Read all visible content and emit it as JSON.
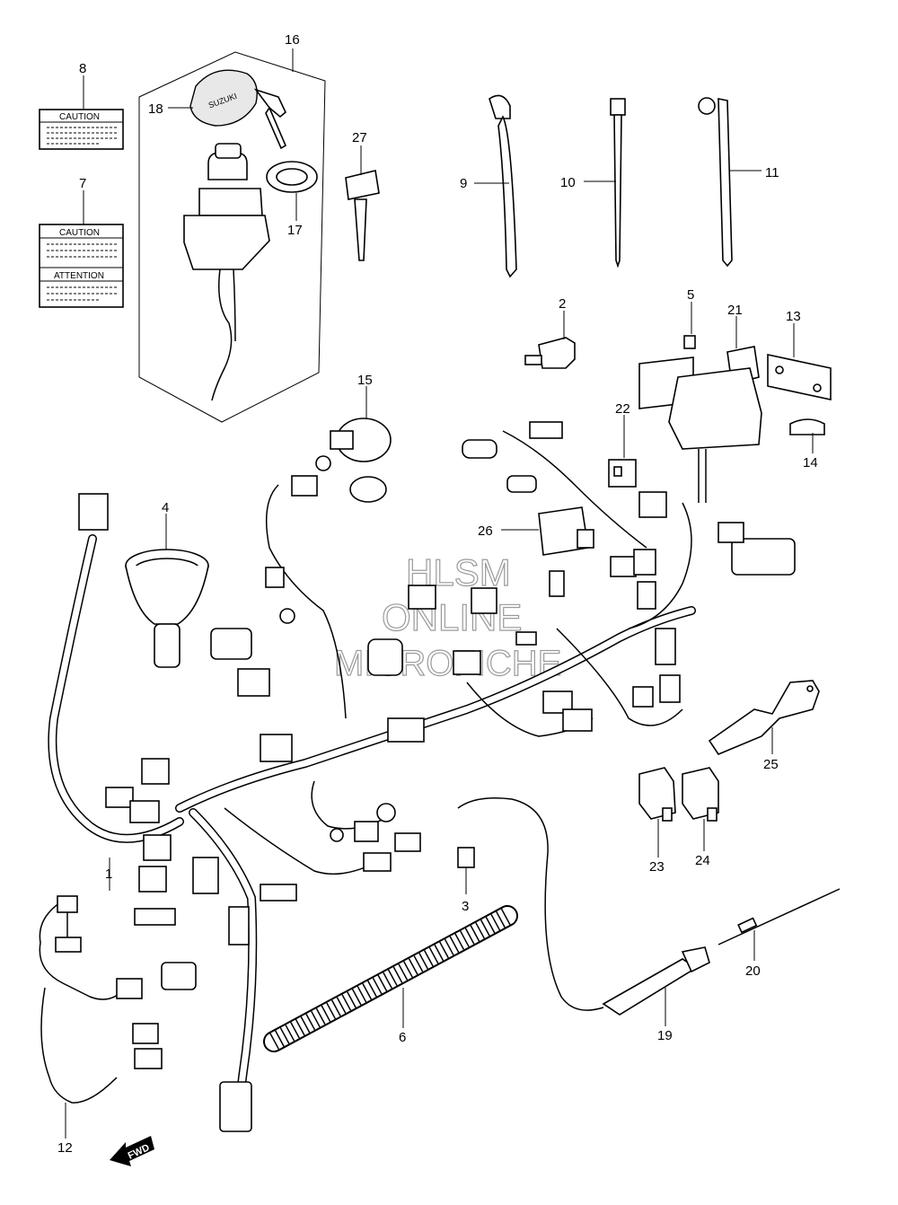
{
  "watermark": {
    "line1": "HLSM",
    "line2": "ONLINE",
    "line3": "MICROFICHE"
  },
  "decals": {
    "caution_label": "CAUTION",
    "attention_label": "ATTENTION",
    "brand_mark": "SUZUKI"
  },
  "fwd_arrow": "FWD",
  "callouts": [
    "1",
    "2",
    "3",
    "4",
    "5",
    "6",
    "7",
    "8",
    "9",
    "10",
    "11",
    "12",
    "13",
    "14",
    "15",
    "16",
    "17",
    "18",
    "19",
    "20",
    "21",
    "22",
    "23",
    "24",
    "25",
    "26",
    "27"
  ]
}
